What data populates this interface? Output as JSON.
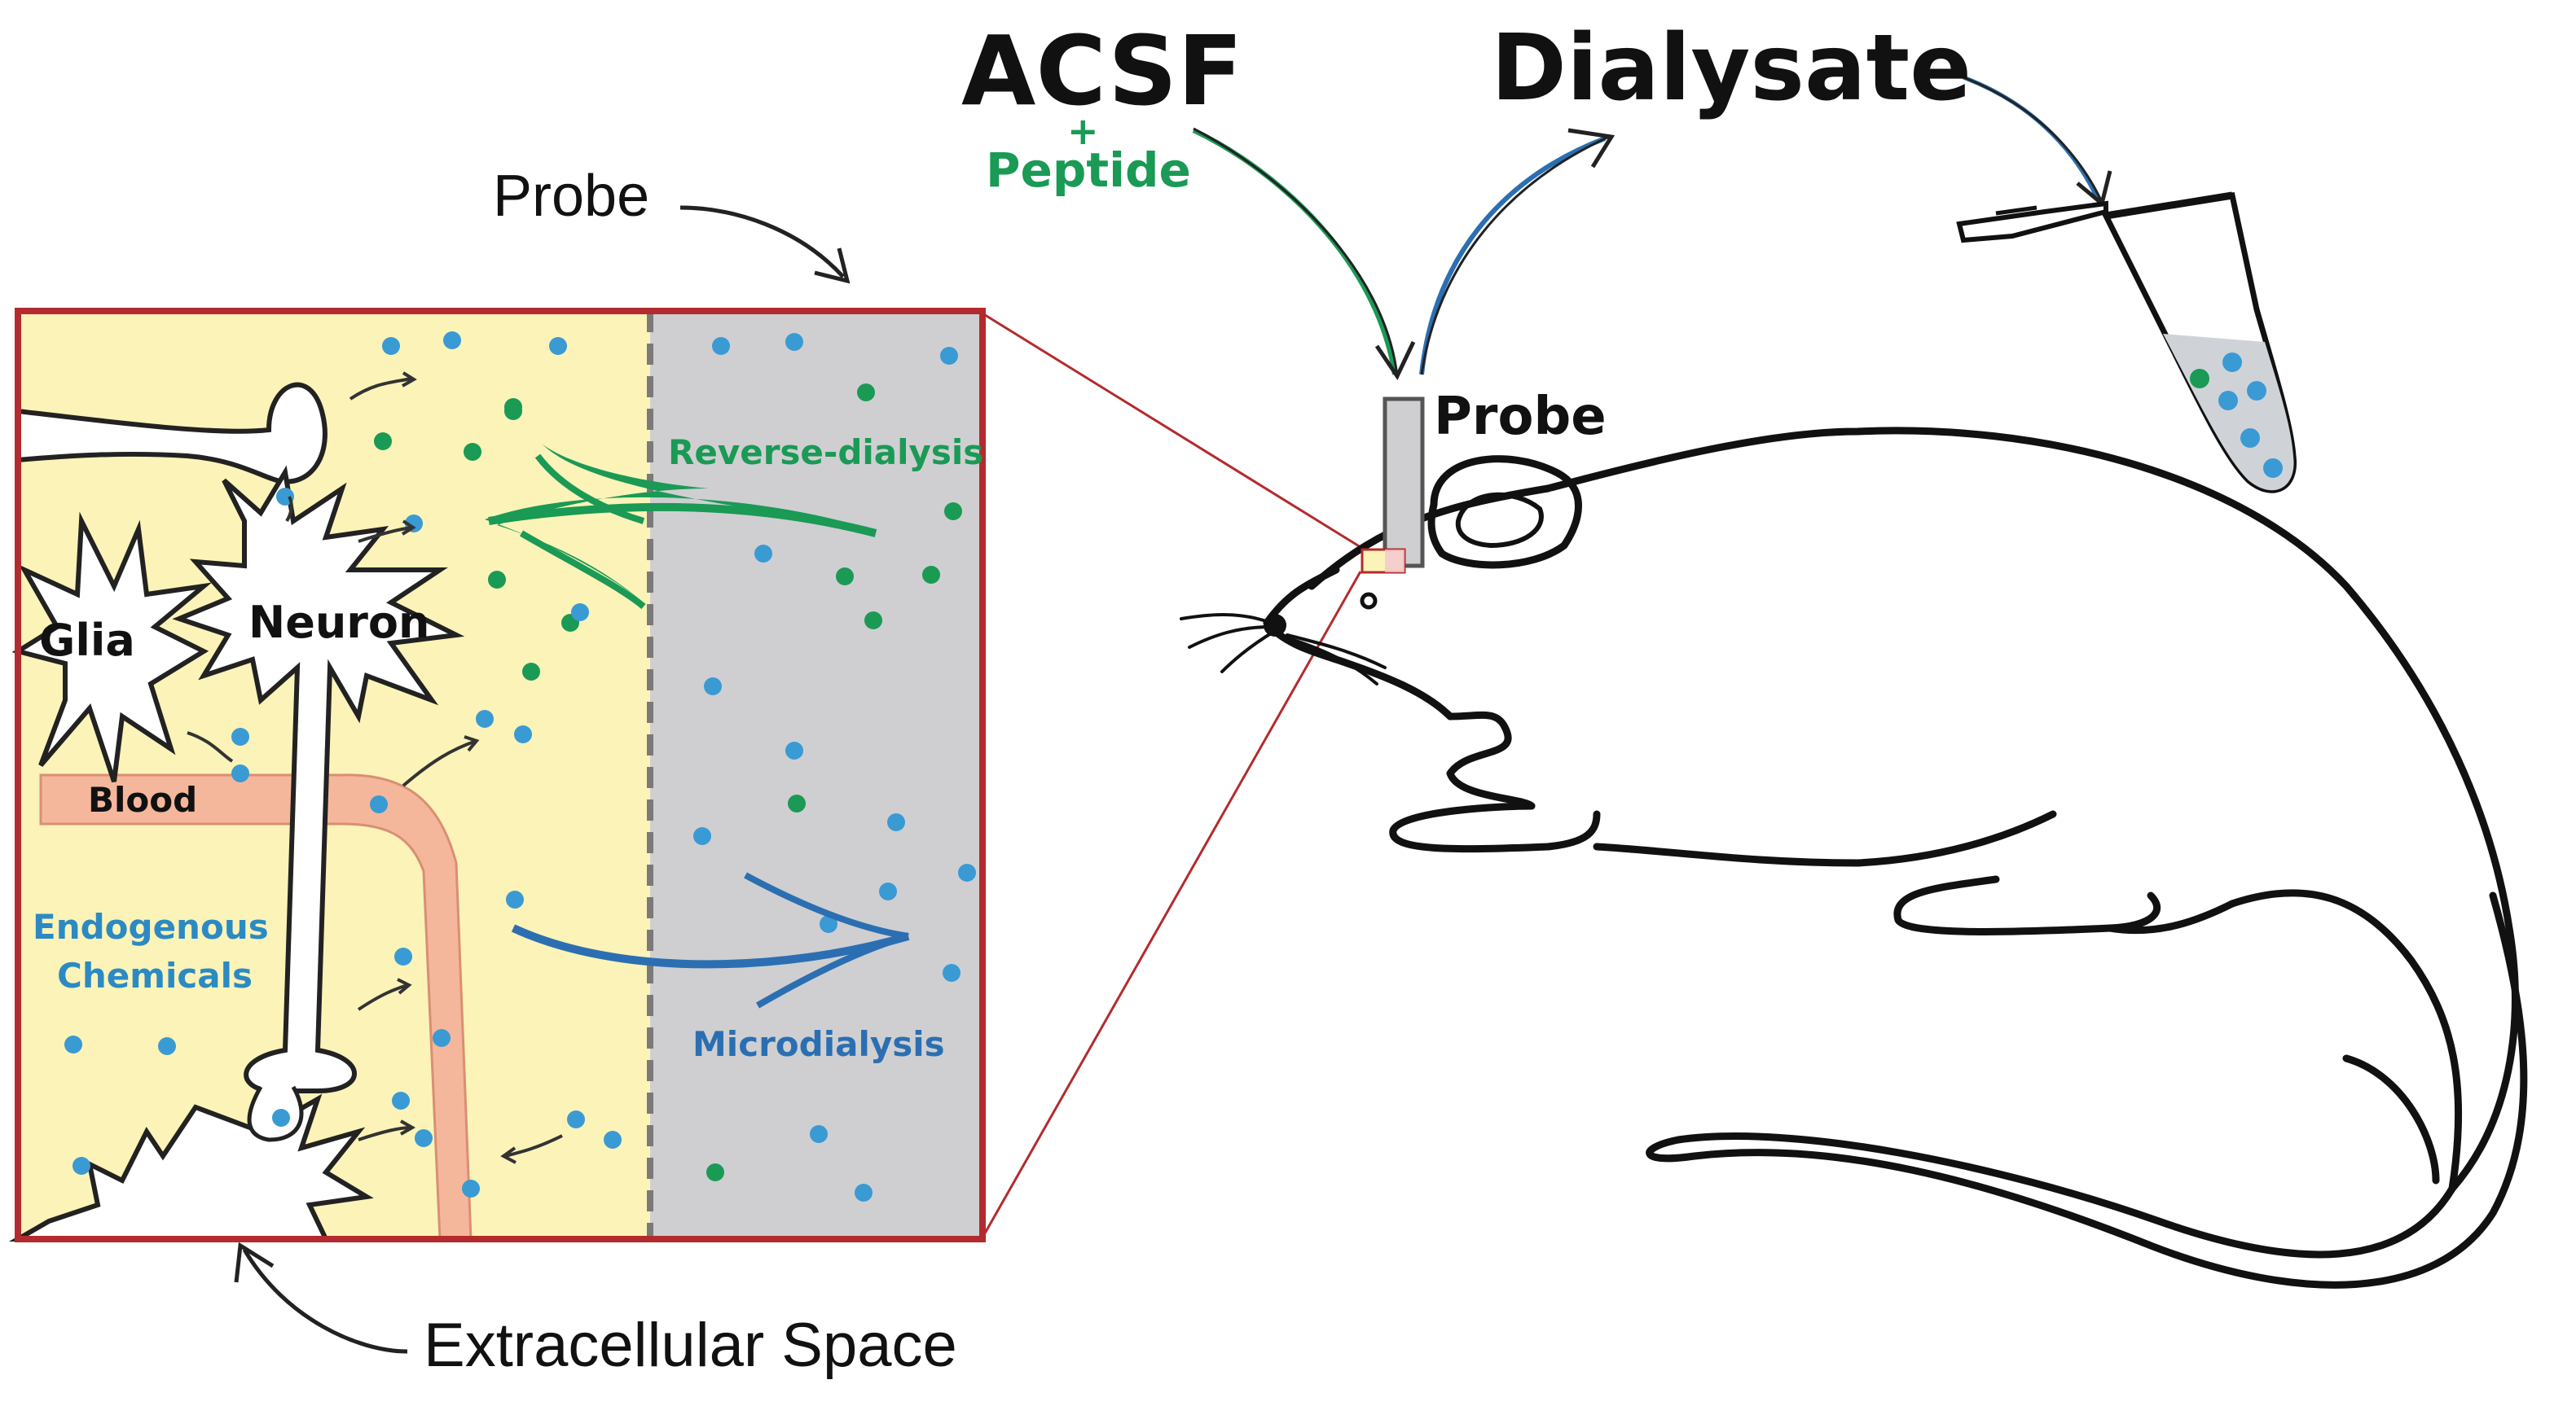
{
  "labels": {
    "acsf": "ACSF",
    "plus": "+",
    "peptide": "Peptide",
    "dialysate": "Dialysate",
    "probe_top": "Probe",
    "probe_side": "Probe",
    "reverse_dialysis": "Reverse-dialysis",
    "glia": "Glia",
    "neuron": "Neuron",
    "blood": "Blood",
    "endogenous": "Endogenous",
    "chemicals": "Chemicals",
    "microdialysis": "Microdialysis",
    "extracellular_space": "Extracellular Space"
  },
  "colors": {
    "inset_border": "#b32b2e",
    "extracellular": "#fbf3b8",
    "probe_lumen": "#cfcfd1",
    "blood_vessel": "#f4b79c",
    "peptide_green": "#1a9a55",
    "chemical_blue": "#3a9ad4",
    "arrow_blue": "#2b6fb2",
    "ink": "#111111"
  },
  "icons": [
    "rat-icon",
    "collection-tube-icon",
    "neuron-icon",
    "glia-icon",
    "blood-vessel-icon",
    "probe-icon"
  ]
}
